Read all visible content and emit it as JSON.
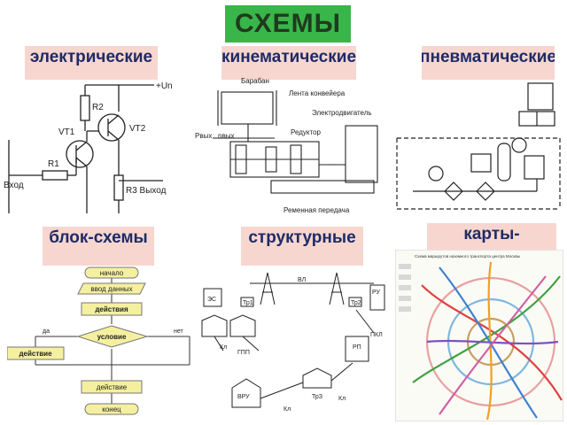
{
  "title": "СХЕМЫ",
  "labels": {
    "electric": "электрические",
    "kinematic": "кинематические",
    "pneumatic": "пневматические",
    "block": "блок-схемы",
    "structural": "структурные",
    "maps": "карты-"
  },
  "electric_diagram": {
    "un": "+Un",
    "vt1": "VT1",
    "vt2": "VT2",
    "r1": "R1",
    "r2": "R2",
    "r3": "R3 Выход",
    "input": "Вход"
  },
  "kinematic_diagram": {
    "drum": "Барабан",
    "belt": "Лента конвейера",
    "motor": "Электродвигатель",
    "reducer": "Редуктор",
    "v_belt": "Ременная передача",
    "pout": "Pвых",
    "nout": "nвых"
  },
  "block_diagram": {
    "start": "начало",
    "input": "ввод данных",
    "action1": "действия",
    "condition": "условие",
    "yes": "да",
    "no": "нет",
    "action2": "действие",
    "action3": "действие",
    "end": "конец"
  },
  "structural_diagram": {
    "vl": "ВЛ",
    "es": "ЭС",
    "tr1": "Тр1",
    "tr2": "Тр2",
    "ru": "РУ",
    "kl1": "Кл",
    "gpp": "ГПП",
    "rp": "РП",
    "pkl": "ПКЛ",
    "vru": "ВРУ",
    "kl2": "Кл",
    "tp3": "ТрЗ",
    "kl3": "Кл"
  },
  "map_caption": "Схема маршрутов наземного транспорта центра Москвы"
}
